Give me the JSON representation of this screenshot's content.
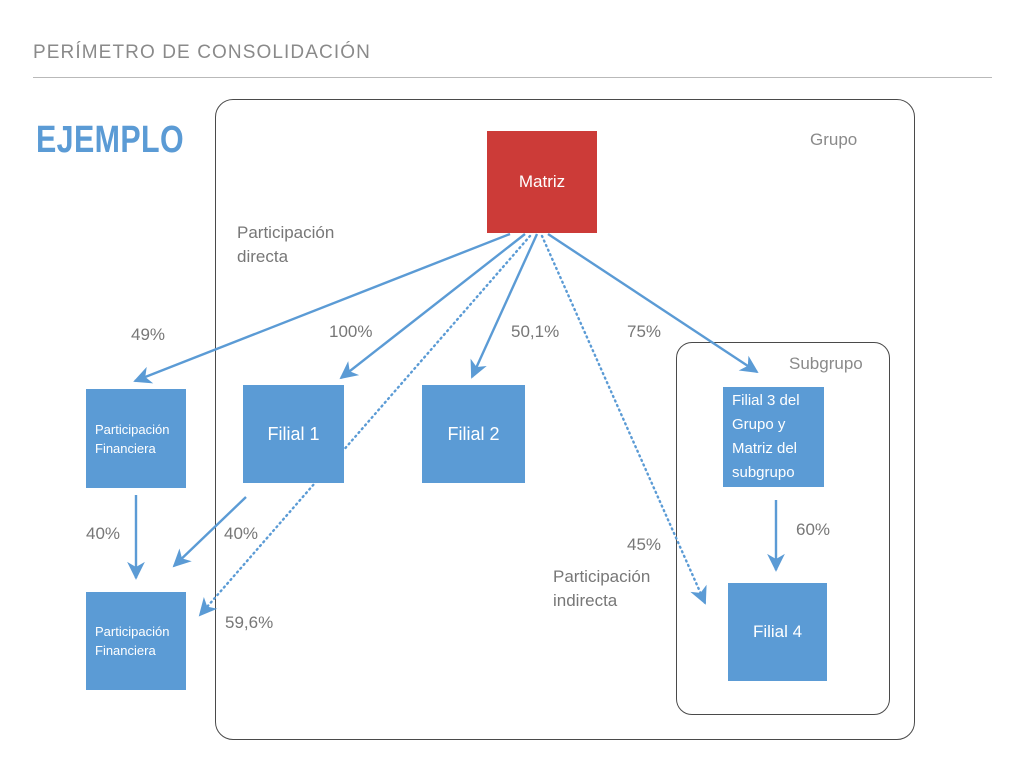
{
  "header": {
    "title": "PERÍMETRO DE CONSOLIDACIÓN",
    "example_label": "EJEMPLO"
  },
  "containers": {
    "group": {
      "label": "Grupo"
    },
    "subgroup": {
      "label": "Subgrupo"
    }
  },
  "nodes": {
    "matriz": {
      "label": "Matriz",
      "color": "#cc3b38"
    },
    "participacion_financiera_top": {
      "label": "Participación\nFinanciera",
      "color": "#5b9bd5"
    },
    "participacion_financiera_bottom": {
      "label": "Participación\nFinanciera",
      "color": "#5b9bd5"
    },
    "filial1": {
      "label": "Filial 1",
      "color": "#5b9bd5"
    },
    "filial2": {
      "label": "Filial 2",
      "color": "#5b9bd5"
    },
    "filial3": {
      "label": "Filial 3 del Grupo y Matriz del subgrupo",
      "color": "#5b9bd5"
    },
    "filial4": {
      "label": "Filial 4",
      "color": "#5b9bd5"
    }
  },
  "annotations": {
    "direct": "Participación\ndirecta",
    "indirect": "Participación\nindirecta"
  },
  "edges": {
    "matriz_to_pf_top": "49%",
    "matriz_to_filial1": "100%",
    "matriz_to_filial2": "50,1%",
    "matriz_to_filial3": "75%",
    "pf_top_to_pf_bottom": "40%",
    "filial1_to_pf_bottom": "40%",
    "matriz_to_pf_bottom_indirect": "59,6%",
    "matriz_to_filial4_indirect": "45%",
    "filial3_to_filial4": "60%"
  },
  "theme": {
    "accent_blue": "#5b9bd5",
    "accent_red": "#cc3b38",
    "text_gray": "#777777",
    "rule_gray": "#b9b9b9"
  }
}
